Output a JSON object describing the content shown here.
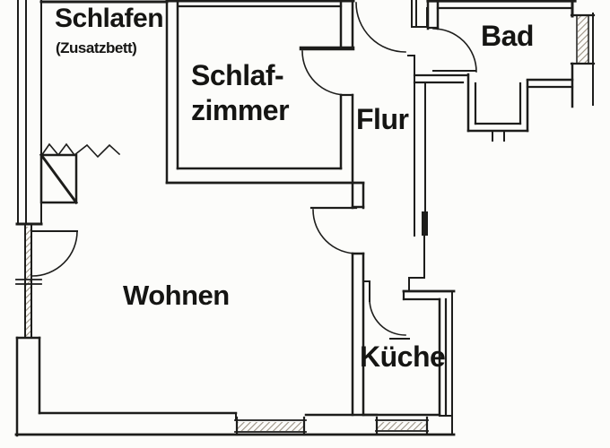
{
  "plan": {
    "kind": "apartment-floor-plan"
  },
  "rooms": {
    "schlafen": {
      "label": "Schlafen",
      "note": "(Zusatzbett)"
    },
    "schlafzimmer": {
      "line1": "Schlaf-",
      "line2": "zimmer"
    },
    "flur": {
      "label": "Flur"
    },
    "bad": {
      "label": "Bad"
    },
    "wohnen": {
      "label": "Wohnen"
    },
    "kueche": {
      "label": "Küche"
    }
  },
  "colors": {
    "ink": "#1d1d1b",
    "background": "#fcfcfa",
    "window_hatch": "#9a9183"
  }
}
